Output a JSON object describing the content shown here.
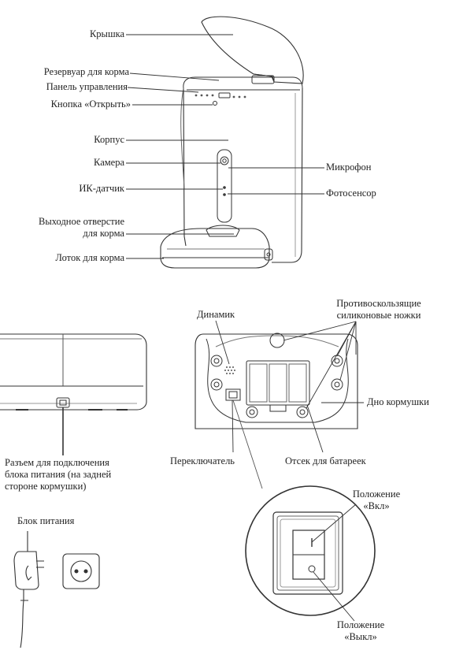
{
  "labels": {
    "lid": "Крышка",
    "food_reservoir": "Резервуар для корма",
    "control_panel": "Панель управления",
    "open_button": "Кнопка «Открыть»",
    "body": "Корпус",
    "camera": "Камера",
    "ir_sensor": "ИК-датчик",
    "food_outlet": "Выходное отверстие\nдля корма",
    "food_tray": "Лоток для корма",
    "microphone": "Микрофон",
    "photosensor": "Фотосенсор",
    "power_port": "Разъем для подключения\nблока питания (на задней\nстороне кормушки)",
    "speaker": "Динамик",
    "anti_slip_feet": "Противоскользящие\nсиликоновые ножки",
    "feeder_bottom": "Дно кормушки",
    "switch": "Переключатель",
    "battery_compartment": "Отсек для батареек",
    "power_adapter": "Блок питания",
    "position_on": "Положение\n«Вкл»",
    "position_off": "Положение\n«Выкл»"
  }
}
